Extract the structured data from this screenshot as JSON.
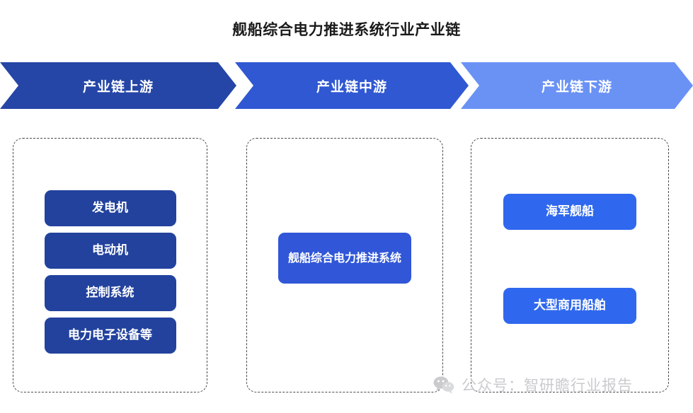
{
  "title": "舰船综合电力推进系统行业产业链",
  "stages": [
    {
      "label": "产业链上游",
      "color": "#2546A6"
    },
    {
      "label": "产业链中游",
      "color": "#3058D2"
    },
    {
      "label": "产业链下游",
      "color": "#6A92F5"
    }
  ],
  "columns": [
    {
      "name": "upstream",
      "box_color": "#22429D",
      "items": [
        {
          "label": "发电机"
        },
        {
          "label": "电动机"
        },
        {
          "label": "控制系统"
        },
        {
          "label": "电力电子设备等"
        }
      ]
    },
    {
      "name": "midstream",
      "box_color": "#3157D8",
      "items": [
        {
          "label": "舰船综合电力推进系统"
        }
      ]
    },
    {
      "name": "downstream",
      "box_color": "#2F68EE",
      "items": [
        {
          "label": "海军舰船"
        },
        {
          "label": "大型商用船舶"
        }
      ]
    }
  ],
  "watermark": {
    "icon": "wechat-icon",
    "text": "公众号：智研瞻行业报告",
    "color": "#c9cbcd"
  }
}
